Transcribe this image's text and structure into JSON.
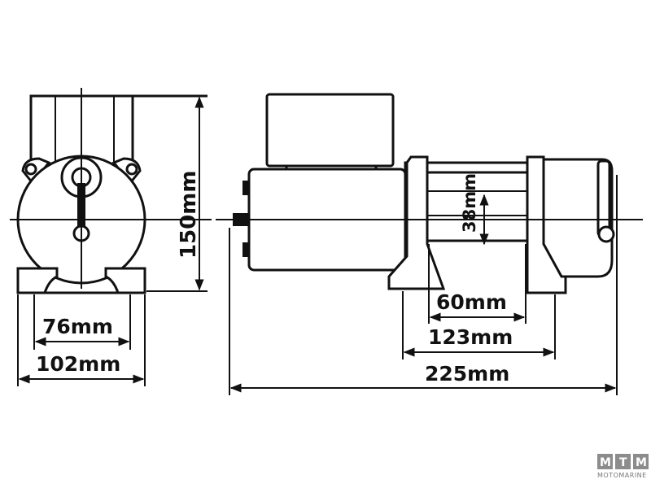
{
  "dimensions": {
    "front_inner_width": "76mm",
    "front_outer_width": "102mm",
    "height": "150mm",
    "drum_diameter": "38mm",
    "drum_length": "60mm",
    "mount_spacing": "123mm",
    "overall_length": "225mm"
  },
  "logo": {
    "letters": [
      "M",
      "T",
      "M"
    ],
    "name": "MOTOMARINE"
  }
}
